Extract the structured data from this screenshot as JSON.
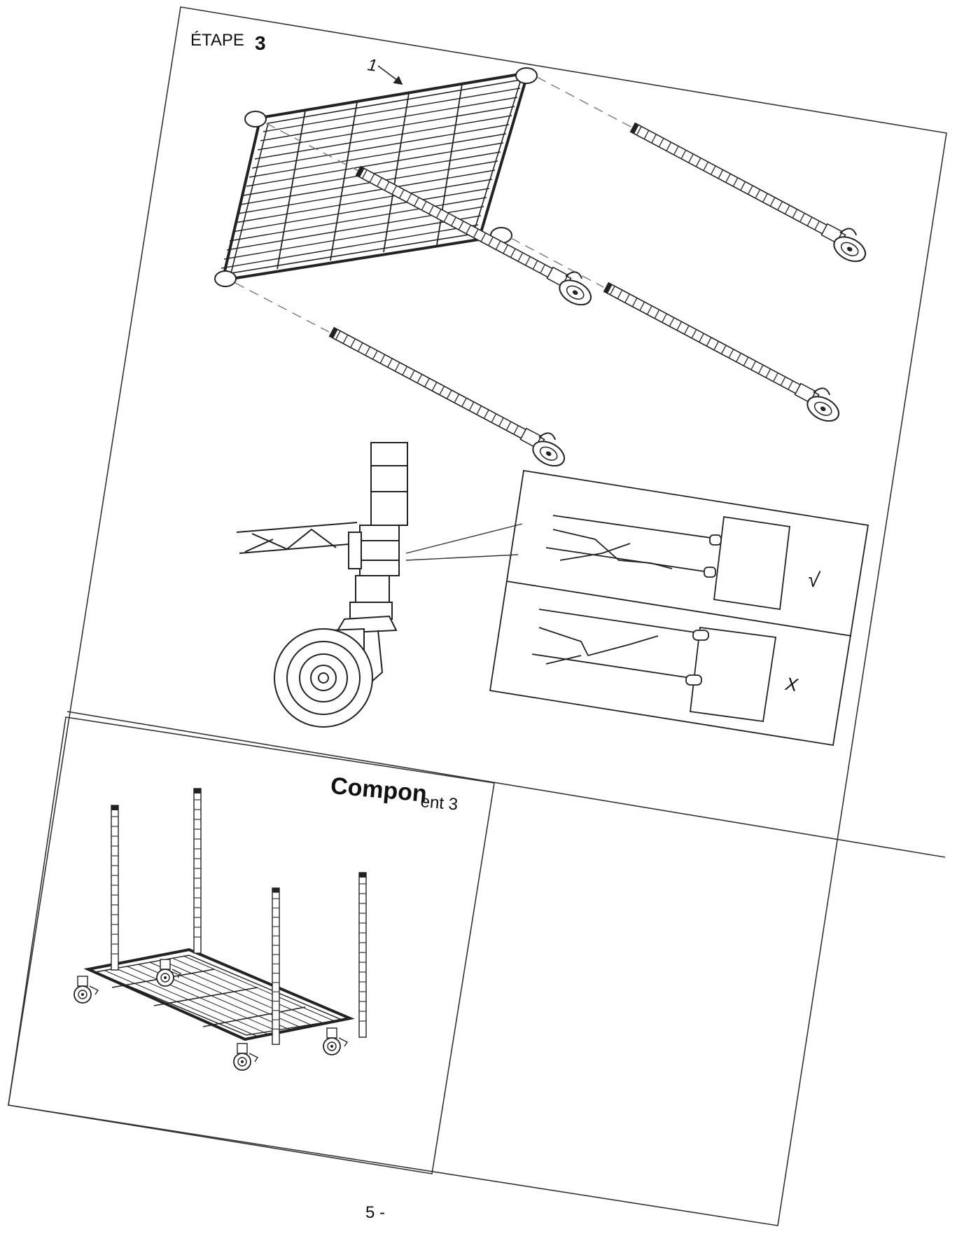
{
  "step": {
    "word": "ÉTAPE",
    "number": "3"
  },
  "part_label": "1",
  "detail": {
    "correct_mark": "√",
    "wrong_mark": "X"
  },
  "component": {
    "prefix": "Compon",
    "suffix": "ent 3"
  },
  "page_number": "5 -",
  "colors": {
    "line": "#222222",
    "paper": "#ffffff"
  }
}
